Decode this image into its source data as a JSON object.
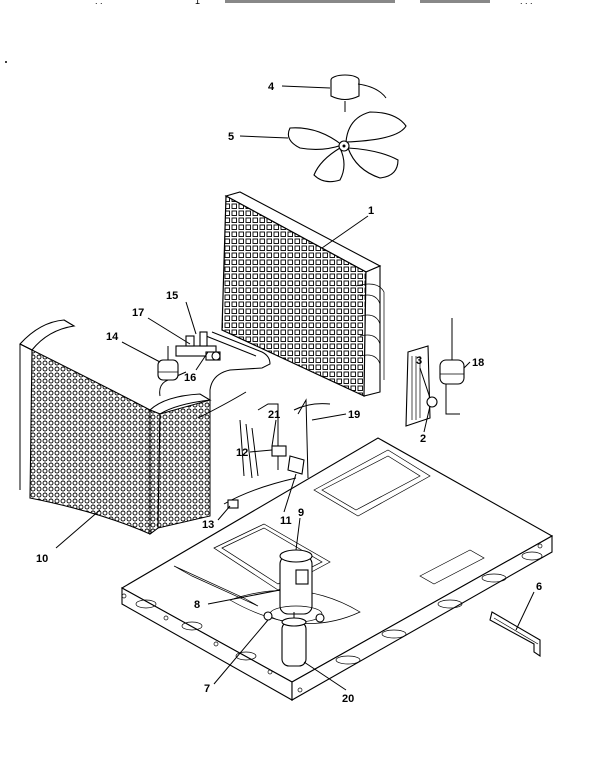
{
  "header_fragments": [
    ". .",
    "1",
    "",
    "",
    ". . ."
  ],
  "callouts": {
    "c1": "1",
    "c2": "2",
    "c3": "3",
    "c4": "4",
    "c5": "5",
    "c6": "6",
    "c7": "7",
    "c8": "8",
    "c9": "9",
    "c10": "10",
    "c11": "11",
    "c12": "12",
    "c13": "13",
    "c14": "14",
    "c15": "15",
    "c16": "16",
    "c17": "17",
    "c18": "18",
    "c19": "19",
    "c20": "20",
    "c21": "21"
  },
  "parts": [
    {
      "id": "1",
      "name": "condenser coil"
    },
    {
      "id": "4",
      "name": "fan motor"
    },
    {
      "id": "5",
      "name": "fan blade"
    },
    {
      "id": "10",
      "name": "coil guard"
    },
    {
      "id": "9",
      "name": "compressor"
    }
  ]
}
